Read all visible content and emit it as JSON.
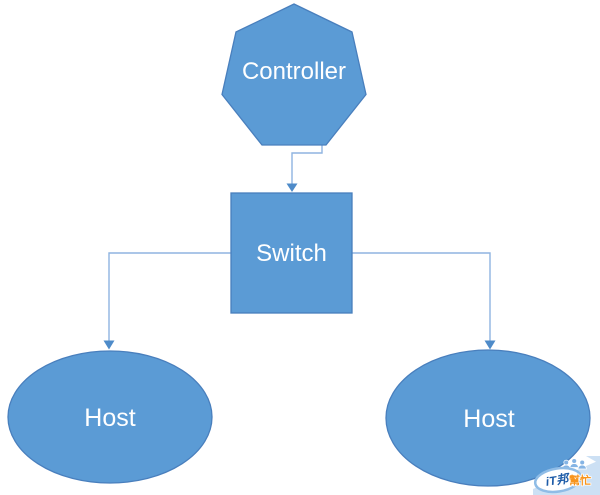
{
  "diagram": {
    "type": "network-topology",
    "nodes": [
      {
        "id": "controller",
        "shape": "heptagon",
        "label": "Controller"
      },
      {
        "id": "switch",
        "shape": "rectangle",
        "label": "Switch"
      },
      {
        "id": "host_left",
        "shape": "ellipse",
        "label": "Host"
      },
      {
        "id": "host_right",
        "shape": "ellipse",
        "label": "Host"
      }
    ],
    "edges": [
      {
        "from": "controller",
        "to": "switch",
        "style": "elbow-arrow"
      },
      {
        "from": "switch",
        "to": "host_left",
        "style": "elbow-arrow"
      },
      {
        "from": "switch",
        "to": "host_right",
        "style": "elbow-arrow"
      }
    ],
    "colors": {
      "node_fill": "#5B9BD5",
      "node_border": "#497FBD",
      "connector_line": "#8FB4E0",
      "arrowhead": "#4E8BC9",
      "label_text": "#FFFFFF",
      "background": "#FFFFFF"
    }
  },
  "watermark": {
    "site": "iT邦幫忙",
    "text_primary": "iT邦",
    "text_secondary": "幫忙",
    "colors": {
      "badge_border": "#8FBCE6",
      "primary_blue": "#1E5CA8",
      "secondary_orange": "#F7941D",
      "band_light_blue": "#CCE0F4"
    }
  }
}
